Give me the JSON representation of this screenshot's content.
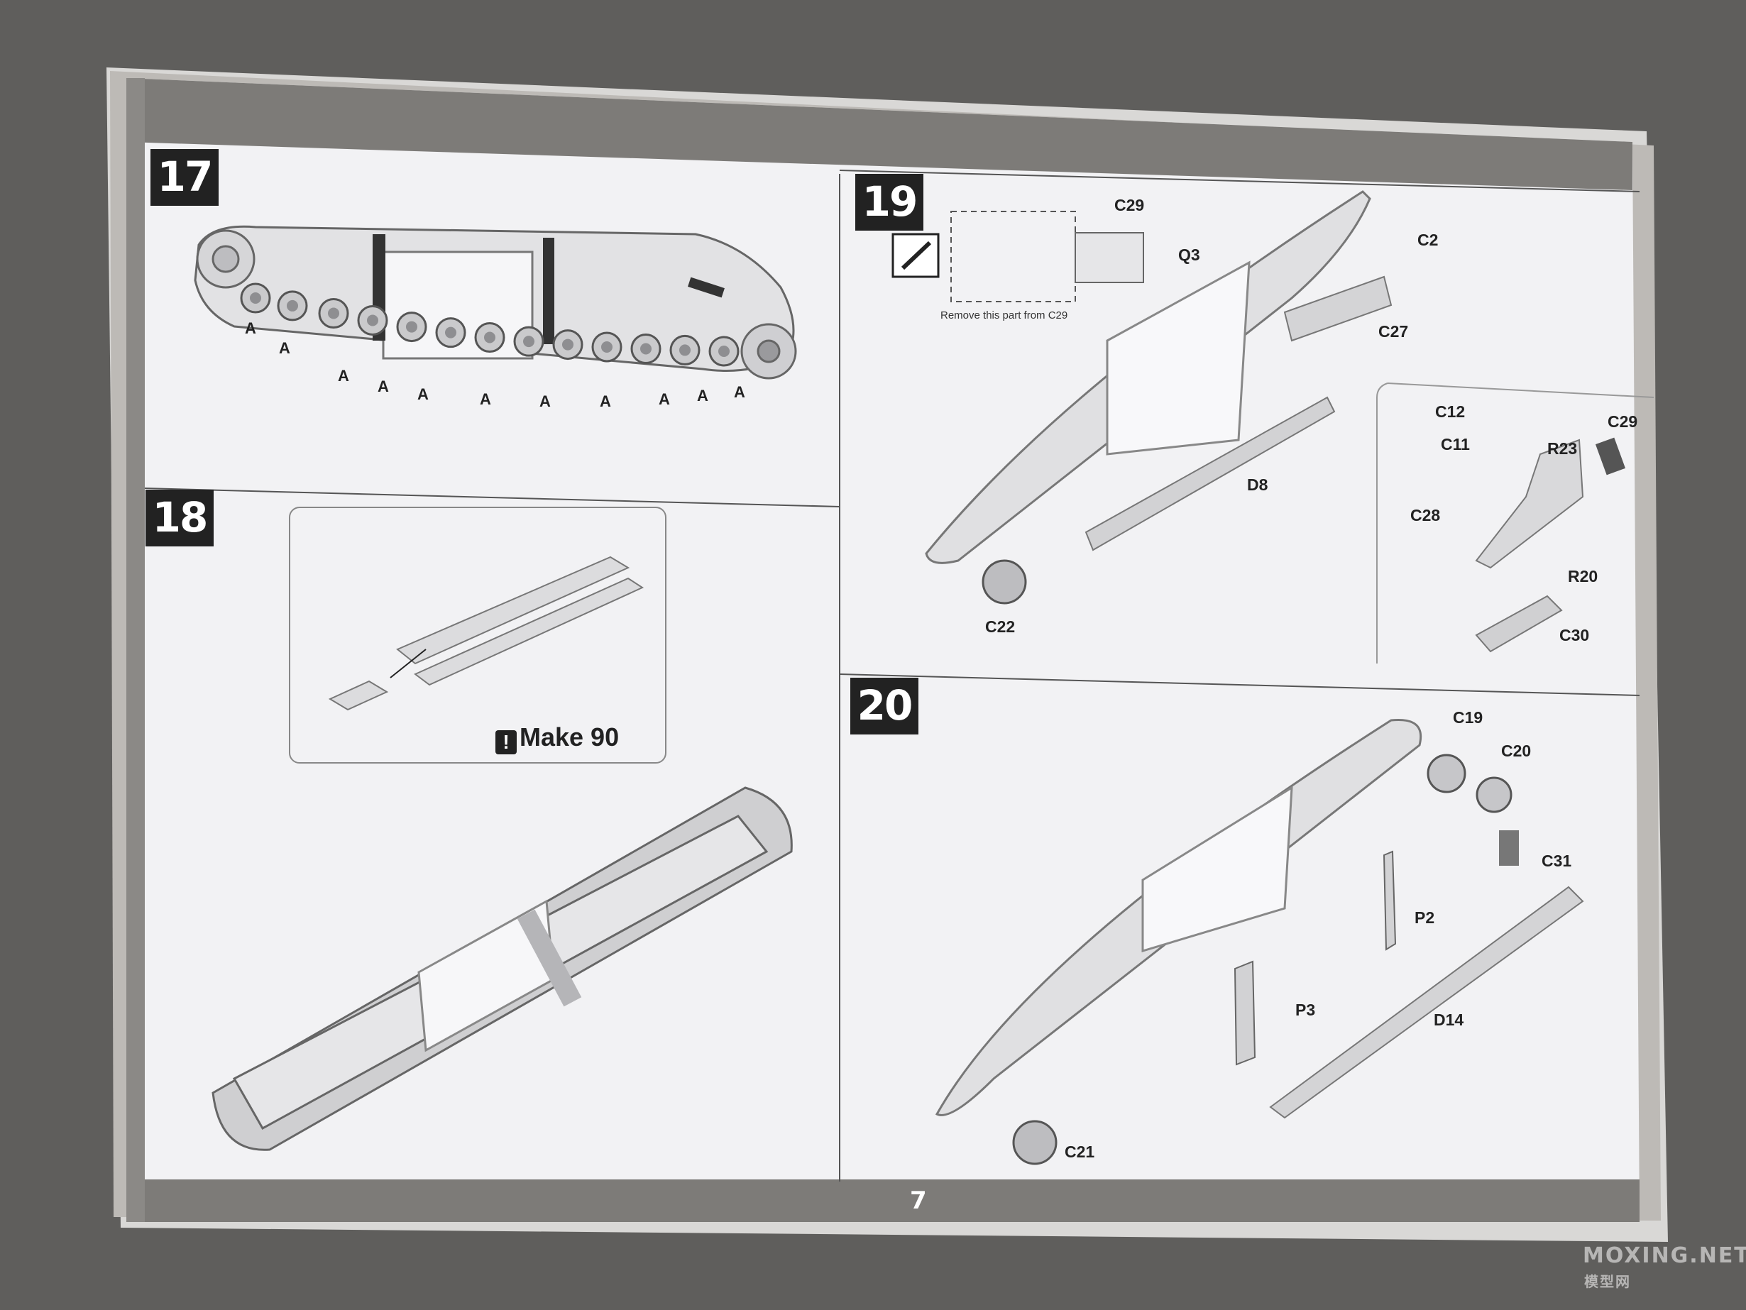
{
  "page_number": "7",
  "steps": {
    "s17": {
      "number": "17",
      "labels": [
        "A",
        "A",
        "A",
        "A",
        "A",
        "A",
        "A",
        "A",
        "A",
        "A",
        "A"
      ]
    },
    "s18": {
      "number": "18",
      "make_note": "Make 90"
    },
    "s19": {
      "number": "19",
      "labels": {
        "c29_top": "C29",
        "q3": "Q3",
        "c2": "C2",
        "c27": "C27",
        "d8": "D8",
        "c22": "C22",
        "c12": "C12",
        "c11": "C11",
        "r23": "R23",
        "c29_side": "C29",
        "c28": "C28",
        "r20": "R20",
        "c30": "C30"
      },
      "remove_note": "Remove this part from C29"
    },
    "s20": {
      "number": "20",
      "labels": {
        "c19": "C19",
        "c20": "C20",
        "c31": "C31",
        "p2": "P2",
        "p3": "P3",
        "d14": "D14",
        "c21": "C21"
      }
    }
  },
  "watermark": {
    "line1": "MOXING.NET",
    "line2": "模型网"
  },
  "colors": {
    "background": "#5f5e5c",
    "paper": "#f2f2f4",
    "band": "#7d7b78",
    "badge": "#222222",
    "line_art": "#8a8a8a"
  }
}
